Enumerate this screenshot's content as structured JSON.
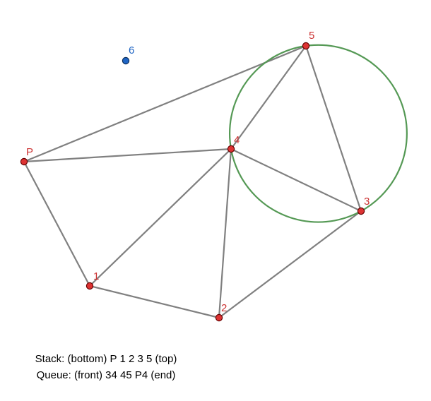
{
  "colors": {
    "edge": "#808080",
    "circle": "#559955",
    "point_fill": "#dd3333",
    "point_stroke": "#660000",
    "point_label": "#cc3333",
    "special_point_fill": "#1f65c4",
    "special_point_stroke": "#0b2e5c",
    "special_point_label": "#1f65c4"
  },
  "points": [
    {
      "id": "P",
      "label": "P"
    },
    {
      "id": "1",
      "label": "1"
    },
    {
      "id": "2",
      "label": "2"
    },
    {
      "id": "3",
      "label": "3"
    },
    {
      "id": "4",
      "label": "4"
    },
    {
      "id": "5",
      "label": "5"
    },
    {
      "id": "6",
      "label": "6",
      "special": true
    }
  ],
  "edges": [
    [
      "P",
      "5"
    ],
    [
      "P",
      "4"
    ],
    [
      "P",
      "1"
    ],
    [
      "1",
      "4"
    ],
    [
      "1",
      "2"
    ],
    [
      "2",
      "4"
    ],
    [
      "2",
      "3"
    ],
    [
      "3",
      "4"
    ],
    [
      "3",
      "5"
    ],
    [
      "4",
      "5"
    ]
  ],
  "circle": {
    "through": [
      "4",
      "5",
      "3"
    ]
  },
  "captions": {
    "stack": "Stack: (bottom) P 1 2 3 5 (top)",
    "queue": "Queue: (front) 34 45 P4 (end)"
  }
}
